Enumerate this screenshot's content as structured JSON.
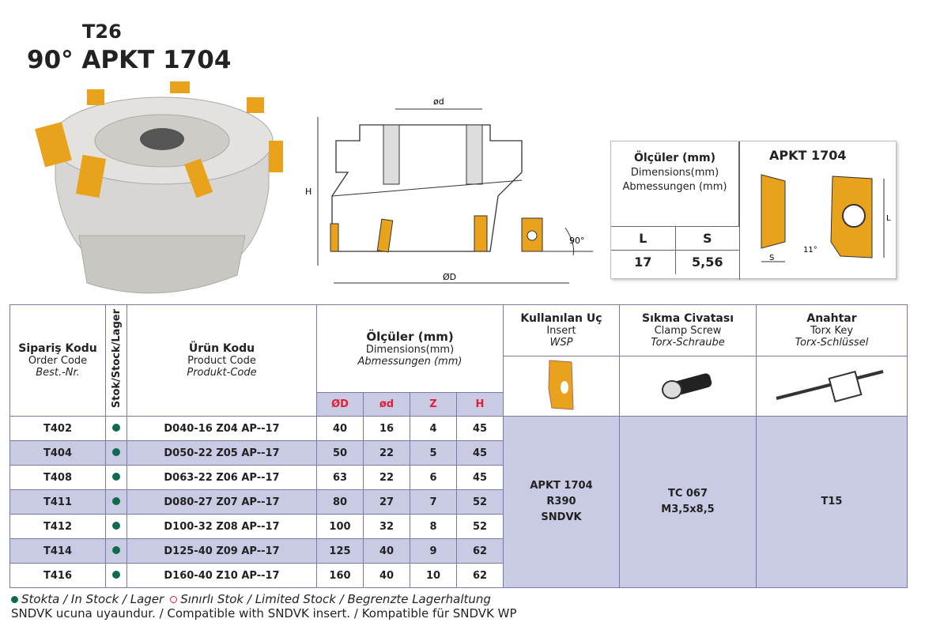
{
  "title": {
    "code": "T26",
    "name": "90° APKT 1704"
  },
  "diagram": {
    "d_label": "ød",
    "D_label": "ØD",
    "H_label": "H",
    "angle_label": "90°"
  },
  "dimbox": {
    "title_tr": "Ölçüler (mm)",
    "title_en": "Dimensions(mm)",
    "title_de": "Abmessungen (mm)",
    "col_l": "L",
    "col_s": "S",
    "val_l": "17",
    "val_s": "5,56",
    "insert_title": "APKT 1704",
    "s_label": "S",
    "l_label": "L",
    "angle": "11°"
  },
  "table": {
    "headers": {
      "order": {
        "tr": "Sipariş Kodu",
        "en": "Order Code",
        "de": "Best.-Nr."
      },
      "stock": "Stok/Stock/Lager",
      "product": {
        "tr": "Ürün Kodu",
        "en": "Product Code",
        "de": "Produkt-Code"
      },
      "dims": {
        "tr": "Ölçüler (mm)",
        "en": "Dimensions(mm)",
        "de": "Abmessungen (mm)"
      },
      "dim_cols": [
        "ØD",
        "ød",
        "Z",
        "H"
      ],
      "insert": {
        "tr": "Kullanılan Uç",
        "en": "Insert",
        "de": "WSP"
      },
      "screw": {
        "tr": "Sıkma Civatası",
        "en": "Clamp Screw",
        "de": "Torx-Schraube"
      },
      "key": {
        "tr": "Anahtar",
        "en": "Torx Key",
        "de": "Torx-Schlüssel"
      }
    },
    "rows": [
      {
        "order": "T402",
        "product": "D040-16 Z04 AP--17",
        "D": "40",
        "d": "16",
        "Z": "4",
        "H": "45"
      },
      {
        "order": "T404",
        "product": "D050-22 Z05 AP--17",
        "D": "50",
        "d": "22",
        "Z": "5",
        "H": "45"
      },
      {
        "order": "T408",
        "product": "D063-22 Z06 AP--17",
        "D": "63",
        "d": "22",
        "Z": "6",
        "H": "45"
      },
      {
        "order": "T411",
        "product": "D080-27 Z07 AP--17",
        "D": "80",
        "d": "27",
        "Z": "7",
        "H": "52"
      },
      {
        "order": "T412",
        "product": "D100-32 Z08 AP--17",
        "D": "100",
        "d": "32",
        "Z": "8",
        "H": "52"
      },
      {
        "order": "T414",
        "product": "D125-40 Z09 AP--17",
        "D": "125",
        "d": "40",
        "Z": "9",
        "H": "62"
      },
      {
        "order": "T416",
        "product": "D160-40 Z10 AP--17",
        "D": "160",
        "d": "40",
        "Z": "10",
        "H": "62"
      }
    ],
    "insert_values": [
      "APKT 1704",
      "R390",
      "SNDVK"
    ],
    "screw_values": [
      "TC 067",
      "M3,5x8,5"
    ],
    "key_value": "T15"
  },
  "legend": {
    "in_stock": "Stokta / In Stock / Lager",
    "limited": "Sınırlı Stok / Limited Stock / Begrenzte Lagerhaltung",
    "note": "SNDVK ucuna uyaundur. / Compatible with SNDVK insert. / Kompatible für SNDVK WP"
  },
  "colors": {
    "stock_dot": "#0f6b4f",
    "row_alt": "#c9cae4",
    "dim_header": "#e0203a",
    "insert": "#e8a21c"
  }
}
